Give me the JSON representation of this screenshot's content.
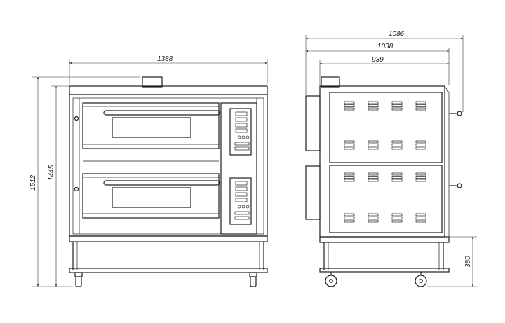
{
  "dimensions": {
    "front_width": "1388",
    "total_height": "1512",
    "body_height": "1445",
    "side_depth_total": "1086",
    "side_depth_body": "1038",
    "side_depth_inner": "939",
    "stand_height": "380"
  },
  "colors": {
    "line": "#1e1e1e",
    "background": "#ffffff"
  }
}
